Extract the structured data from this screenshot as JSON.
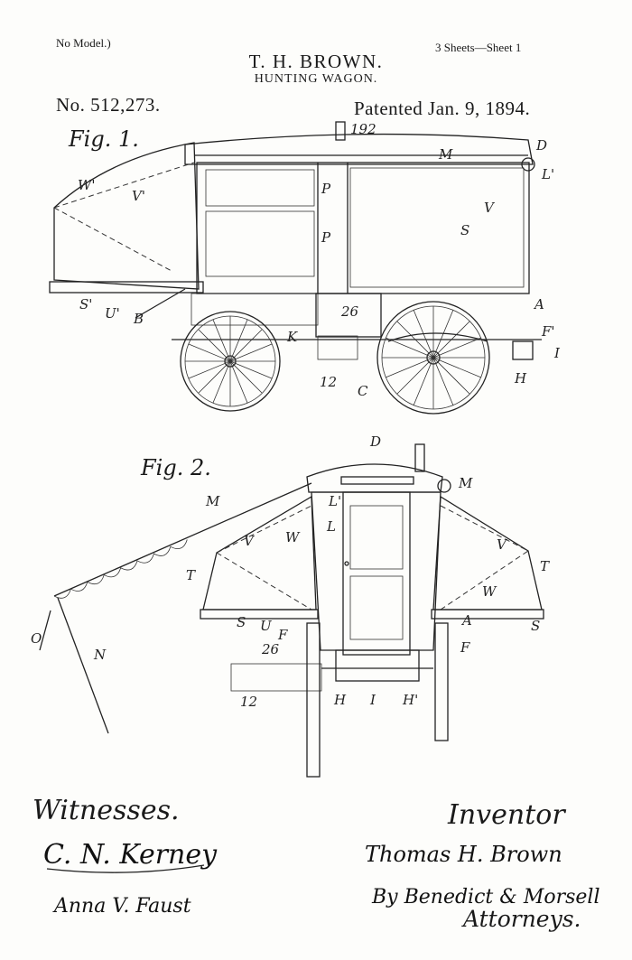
{
  "header": {
    "model_note": "No Model.)",
    "sheet_info": "3 Sheets—Sheet 1",
    "inventor_name": "T. H. BROWN.",
    "invention_title": "HUNTING WAGON.",
    "patent_number": "No. 512,273.",
    "patent_date": "Patented Jan. 9, 1894."
  },
  "figures": {
    "fig1": {
      "label": "Fig. 1.",
      "callouts": {
        "pipe": "192",
        "roof_d": "D",
        "roof_m": "M",
        "rail_l": "L'",
        "tent_w": "W'",
        "tent_v": "V'",
        "panel_p_top": "P",
        "panel_p_bottom": "P",
        "body_v": "V",
        "body_s": "S",
        "floor_s": "S'",
        "floor_u": "U'",
        "shaft_b": "B",
        "spring_k": "K",
        "step_26": "26",
        "step_12": "12",
        "box_c": "C",
        "body_a": "A",
        "axle_f": "F'",
        "rear_h": "H",
        "rear_i": "I"
      }
    },
    "fig2": {
      "label": "Fig. 2.",
      "callouts": {
        "roof_d": "D",
        "roof_m": "M",
        "awning_m": "M",
        "door_l_top": "L'",
        "door_l": "L",
        "flap_v_left": "V",
        "flap_w_left": "W",
        "flap_t_left": "T",
        "flap_v_right": "V",
        "flap_w_right": "W",
        "flap_t_right": "T",
        "floor_s_left": "S",
        "floor_u_left": "U",
        "floor_a_right": "A",
        "floor_s_right": "S",
        "pole_n": "N",
        "pole_o": "O",
        "hub_f_left": "F",
        "hub_f_right": "F",
        "step_26": "26",
        "step_12": "12",
        "under_h": "H",
        "under_i": "I",
        "under_h2": "H'"
      }
    }
  },
  "signatures": {
    "witnesses_label": "Witnesses.",
    "inventor_label": "Inventor",
    "attorneys_label": "Attorneys.",
    "witness_1": "C. N. Kerney",
    "witness_2": "Anna V. Faust",
    "inventor_signature": "Thomas H. Brown",
    "attorney_signature": "By Benedict & Morsell"
  }
}
